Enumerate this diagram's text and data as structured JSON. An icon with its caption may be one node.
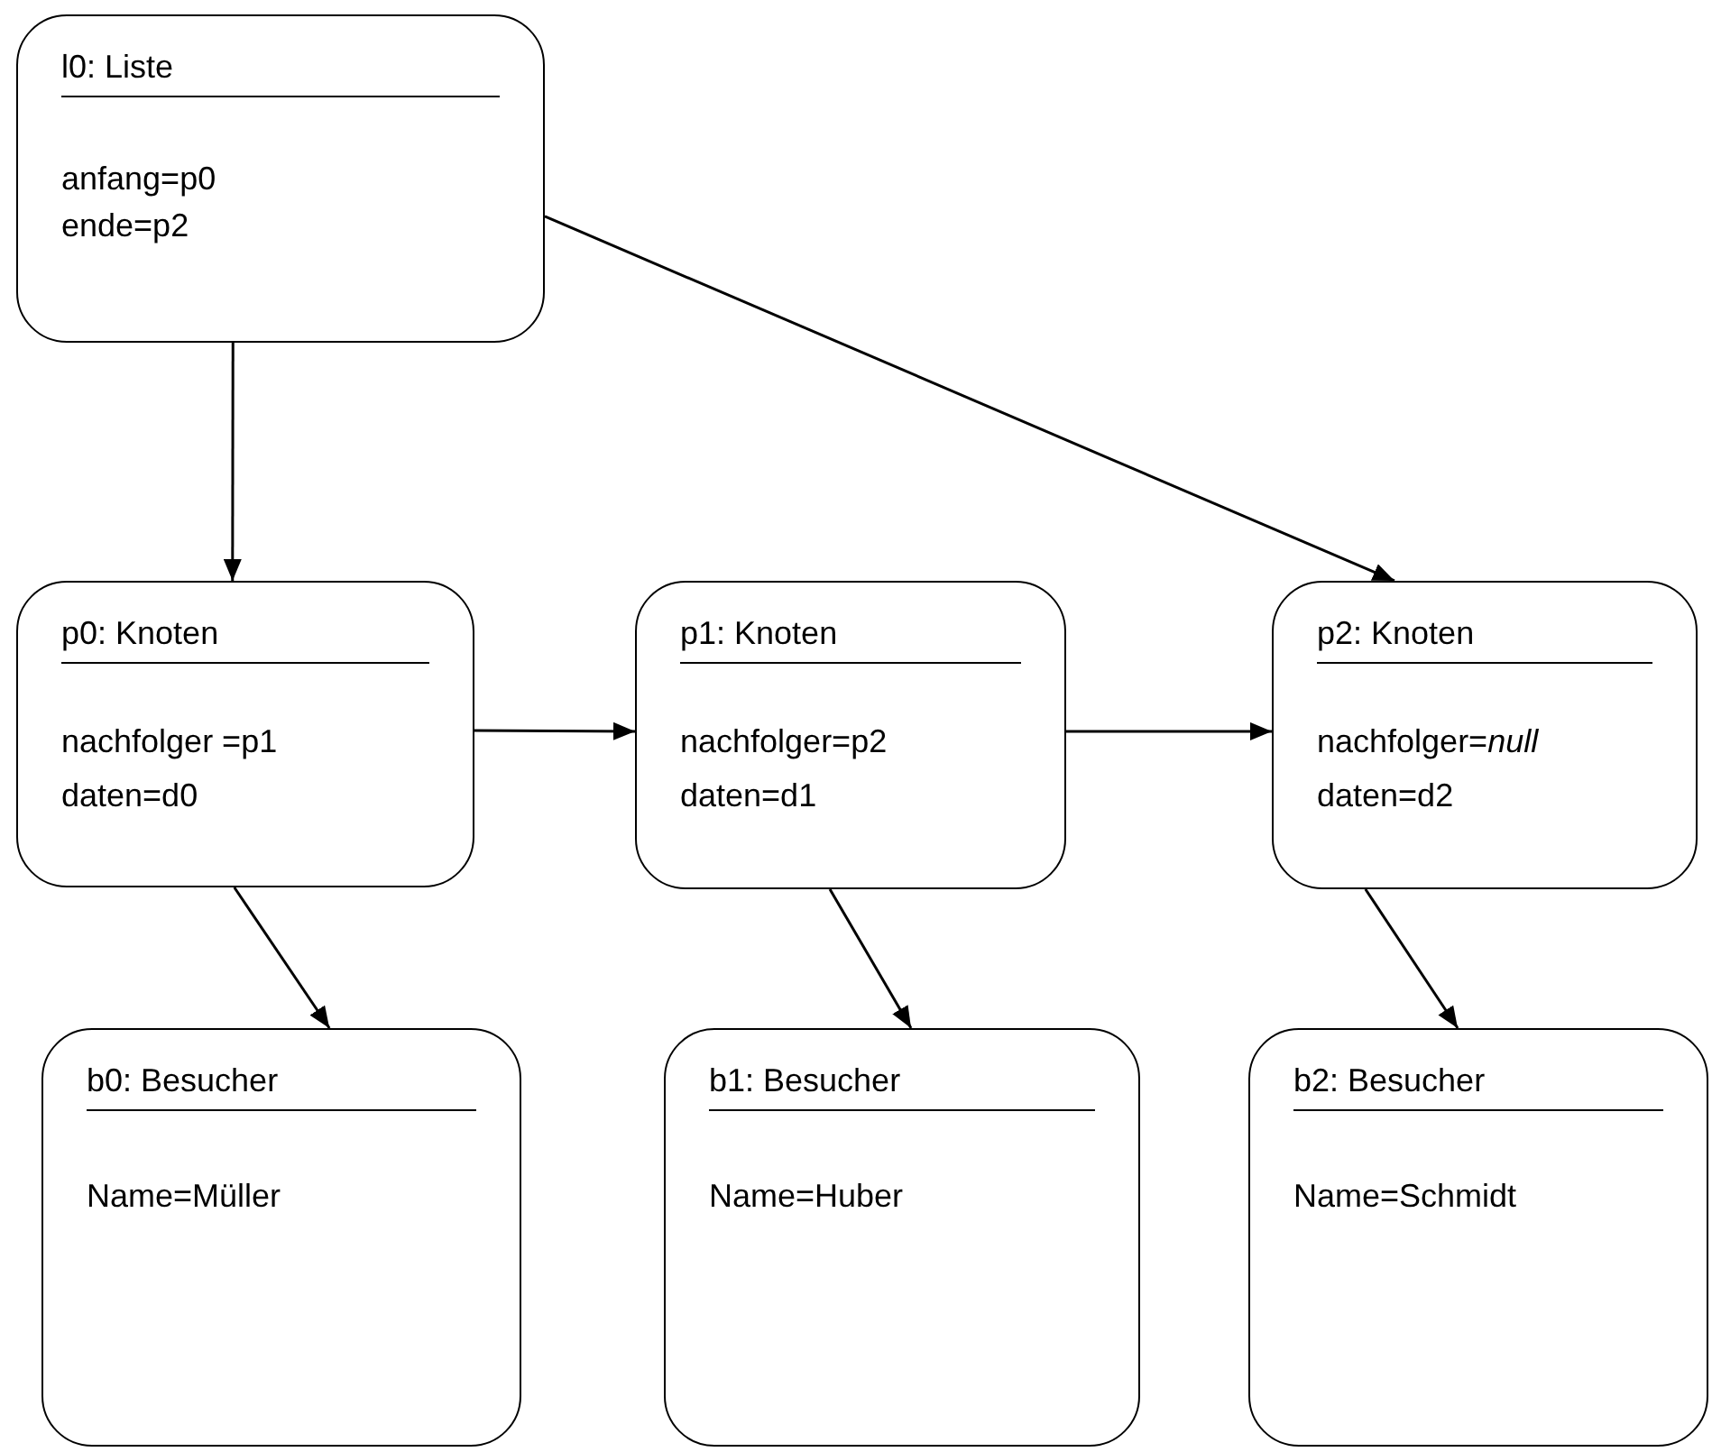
{
  "diagram": {
    "nodes": [
      {
        "text": [
          "l0: Liste",
          "anfang=p0",
          "ende=p2"
        ]
      },
      {
        "text": [
          "p0: Knoten",
          "nachfolger =p1",
          "daten=d0"
        ]
      },
      {
        "text": [
          "p1: Knoten",
          "nachfolger=p2",
          "daten=d1"
        ]
      },
      {
        "text": [
          "p2: Knoten",
          "nachfolger=*null*",
          "daten=d2"
        ]
      },
      {
        "text": [
          "b0: Besucher",
          "Name=Müller"
        ]
      },
      {
        "text": [
          "b1: Besucher",
          "Name=Huber"
        ]
      },
      {
        "text": [
          "b2: Besucher",
          "Name=Schmidt"
        ]
      }
    ],
    "edges": [
      {
        "from": 0,
        "to": 1,
        "arrow": "to"
      },
      {
        "from": 0,
        "to": 3,
        "arrow": "to"
      },
      {
        "from": 1,
        "to": 2,
        "arrow": "to"
      },
      {
        "from": 2,
        "to": 3,
        "arrow": "to"
      },
      {
        "from": 1,
        "to": 4,
        "arrow": "to"
      },
      {
        "from": 2,
        "to": 5,
        "arrow": "to"
      },
      {
        "from": 3,
        "to": 6,
        "arrow": "to"
      }
    ]
  }
}
